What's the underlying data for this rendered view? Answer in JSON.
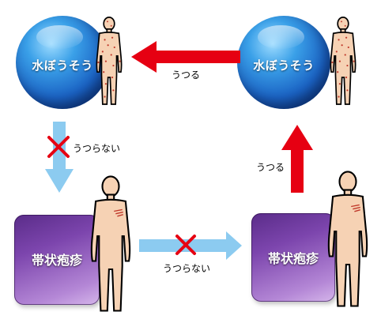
{
  "nodes": {
    "varicella_left": "水ぼうそう",
    "varicella_right": "水ぼうそう",
    "shingles_left": "帯状疱疹",
    "shingles_right": "帯状疱疹"
  },
  "edges": {
    "top_label": "うつる",
    "left_label": "うつらない",
    "bottom_label": "うつらない",
    "right_label": "うつる"
  },
  "colors": {
    "transmits_arrow": "#e60012",
    "not_transmits_arrow": "#8ccbf0",
    "cross_mark": "#e60012"
  }
}
